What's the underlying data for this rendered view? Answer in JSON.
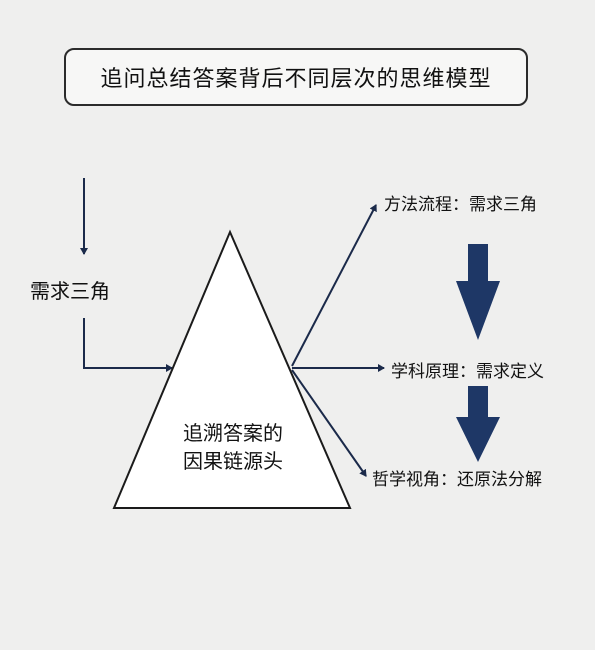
{
  "title": "追问总结答案背后不同层次的思维模型",
  "left_label": "需求三角",
  "triangle_text": [
    "追溯答案的",
    "因果链源头"
  ],
  "right_labels": [
    "方法流程：需求三角",
    "学科原理：需求定义",
    "哲学视角：还原法分解"
  ],
  "colors": {
    "background": "#efefee",
    "line": "#1b2a4a",
    "big_arrow": "#1e3766",
    "triangle_fill": "#ffffff",
    "triangle_stroke": "#1b1b1b"
  }
}
